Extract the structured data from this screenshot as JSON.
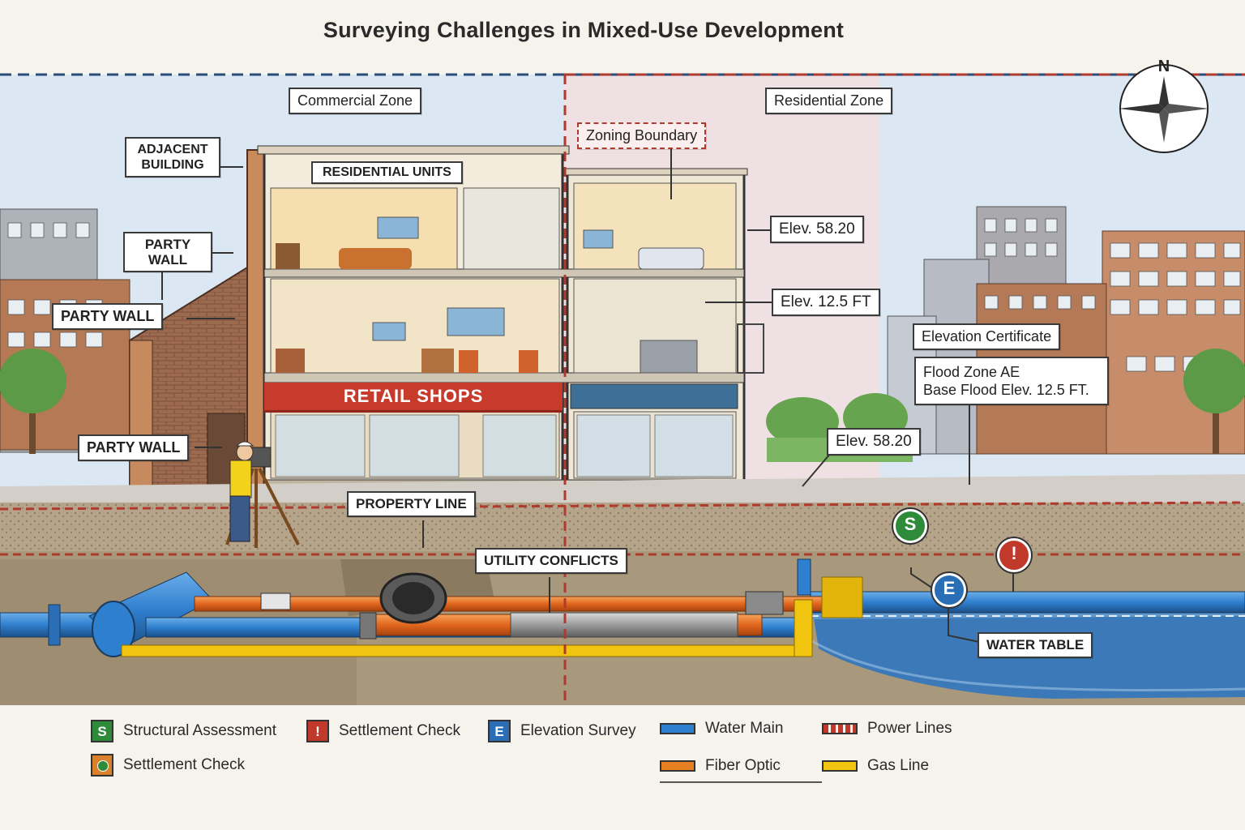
{
  "title": "Surveying Challenges in Mixed-Use Development",
  "compass": {
    "north_label": "N"
  },
  "zones": {
    "commercial": "Commercial Zone",
    "residential": "Residential Zone",
    "boundary": "Zoning Boundary"
  },
  "building": {
    "residential_units": "RESIDENTIAL UNITS",
    "retail_shops": "RETAIL SHOPS",
    "adjacent_building": "ADJACENT BUILDING",
    "party_wall_upper": "PARTY WALL",
    "party_wall_mid": "PARTY WALL",
    "party_wall_lower": "PARTY WALL"
  },
  "elevations": {
    "upper": "Elev. 58.20",
    "mid": "Elev. 12.5 FT",
    "ground": "Elev. 58.20",
    "certificate_title": "Elevation Certificate",
    "flood_zone": "Flood Zone AE",
    "base_flood": "Base Flood Elev. 12.5 FT."
  },
  "ground_labels": {
    "property_line": "PROPERTY LINE",
    "utility_conflicts": "UTILITY CONFLICTS",
    "water_table": "WATER TABLE"
  },
  "markers": {
    "structural": "S",
    "elevation": "E",
    "settlement": "!"
  },
  "legend": {
    "items": [
      {
        "symbol": "S",
        "label": "Structural Assessment",
        "color": "#2e8b3a"
      },
      {
        "symbol": "!",
        "label": "Settlement Check",
        "color": "#c0392b"
      },
      {
        "symbol": "E",
        "label": "Elevation Survey",
        "color": "#2a6fb5"
      },
      {
        "symbol": "",
        "label": "Settlement Check",
        "color": "#d9822b"
      }
    ],
    "lines": [
      {
        "label": "Water Main",
        "color": "#2f7fcf"
      },
      {
        "label": "Power Lines",
        "color": "#c0392b"
      },
      {
        "label": "Fiber Optic",
        "color": "#e67e22"
      },
      {
        "label": "Gas Line",
        "color": "#f1c40f"
      }
    ]
  },
  "colors": {
    "sky": "#dbe8f4",
    "residential_tint": "#f4dede",
    "soil": "#b9a98c",
    "water": "#3c79b8",
    "boundary_line": "#b03a2e",
    "water_main": "#2f7fcf",
    "power": "#d2452b",
    "fiber": "#e67e22",
    "gas": "#f1c40f"
  }
}
